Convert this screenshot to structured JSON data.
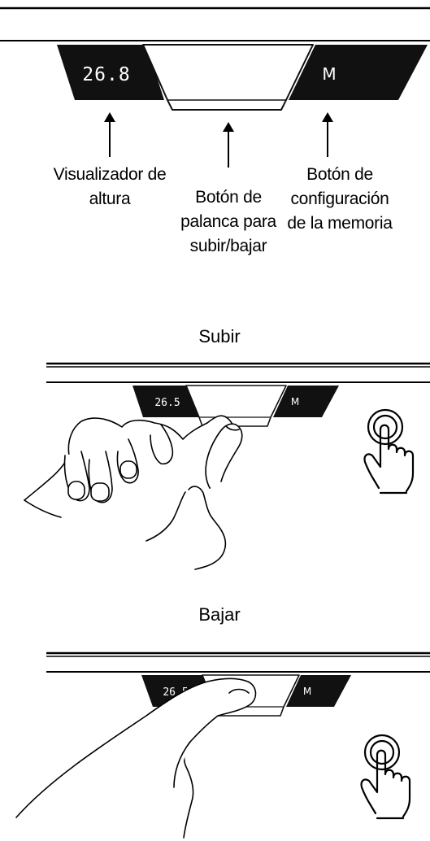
{
  "panel1": {
    "display_value": "26.8",
    "memory_label": "M",
    "labels": {
      "display": [
        "Visualizador de",
        "altura"
      ],
      "lever": [
        "Botón de",
        "palanca para",
        "subir/bajar"
      ],
      "memory": [
        "Botón de",
        "configuración",
        "de la memoria"
      ]
    }
  },
  "panel2": {
    "heading": "Subir",
    "display_value": "26.5",
    "memory_label": "M"
  },
  "panel3": {
    "heading": "Bajar",
    "display_value": "26.5",
    "memory_label": "M"
  },
  "icons": [
    "tap-gesture-icon",
    "tap-gesture-icon"
  ]
}
